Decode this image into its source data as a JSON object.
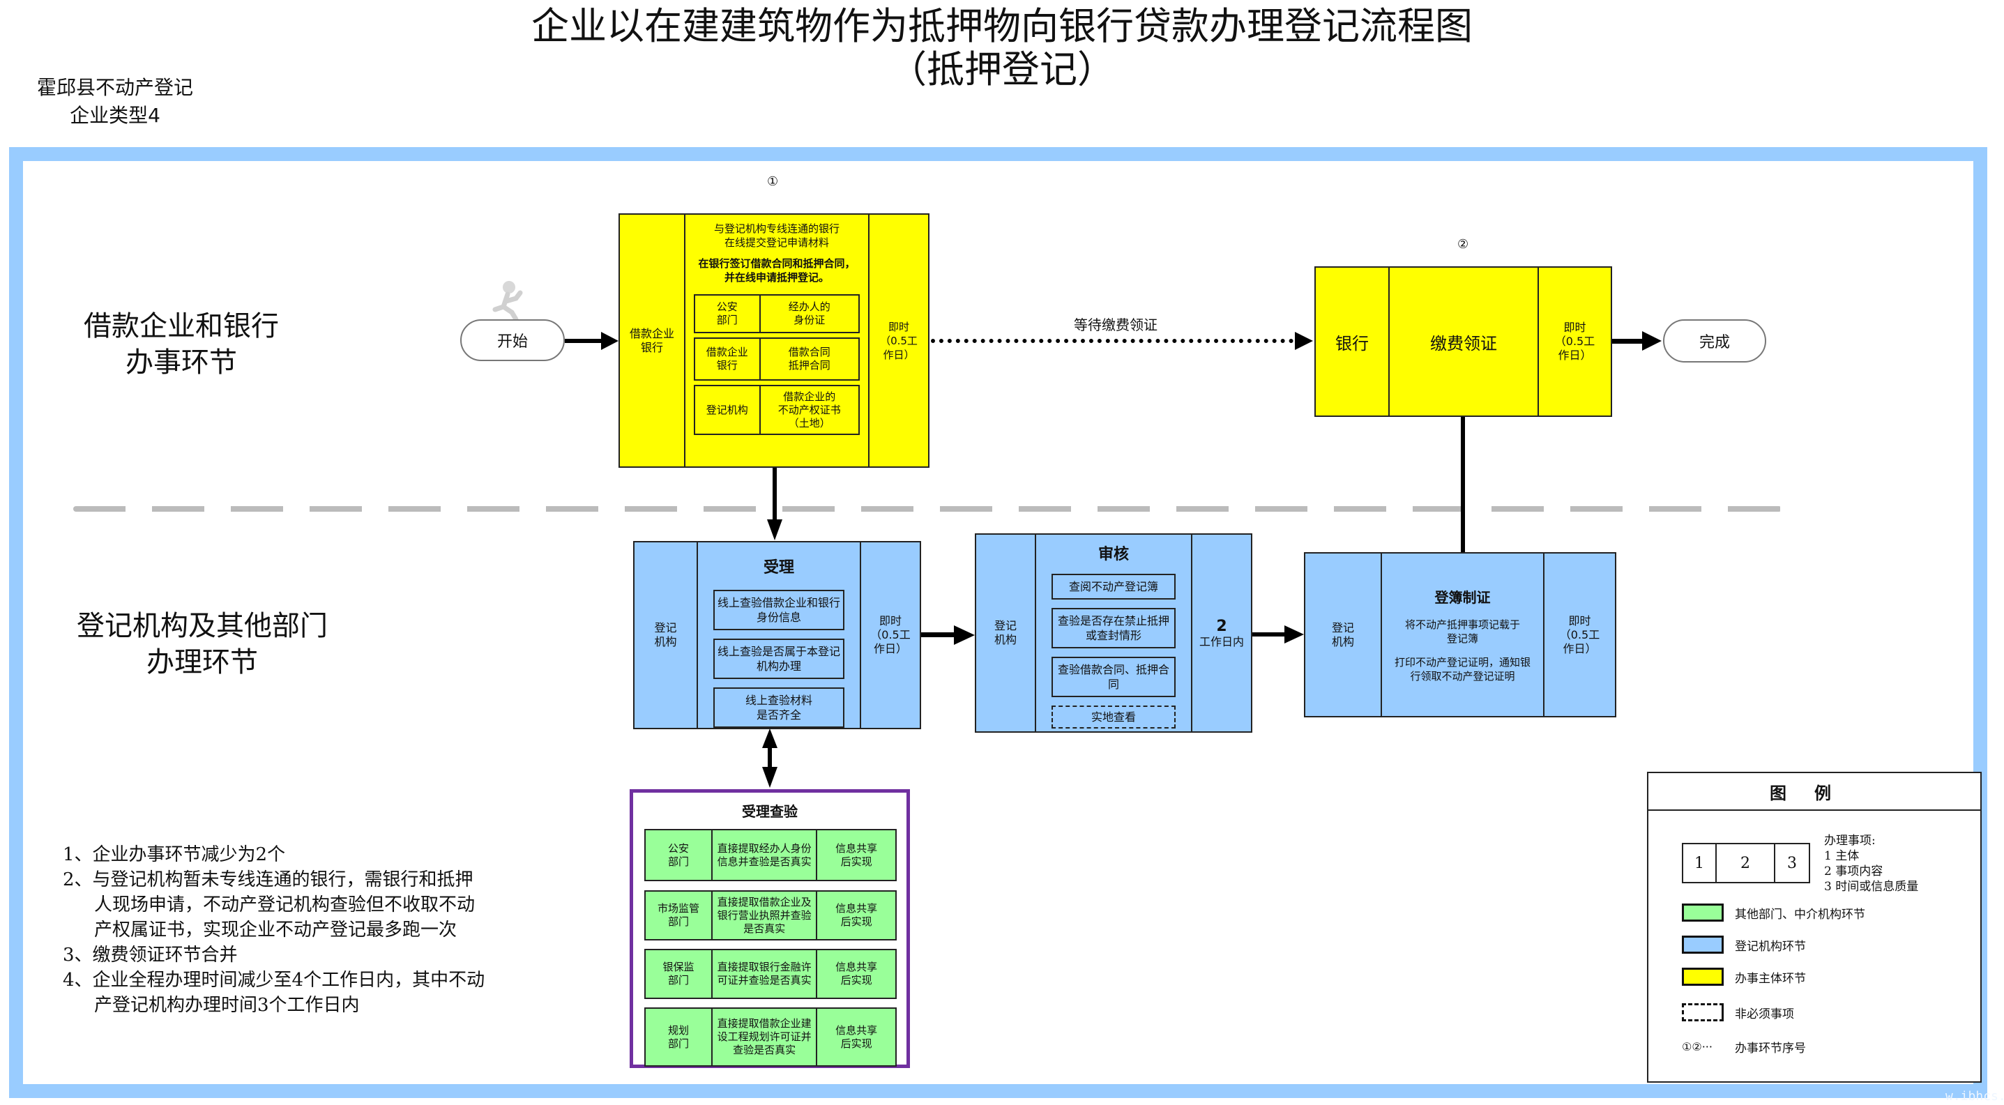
{
  "title": {
    "line1": "企业以在建建筑物作为抵押物向银行贷款办理登记流程图",
    "line2": "（抵押登记）"
  },
  "org": {
    "line1": "霍邱县不动产登记",
    "line2": "企业类型4"
  },
  "lanes": {
    "top": {
      "line1": "借款企业和银行",
      "line2": "办事环节"
    },
    "bottom": {
      "line1": "登记机构及其他部门",
      "line2": "办理环节"
    }
  },
  "start": {
    "label": "开始",
    "icon": "running-person-icon"
  },
  "finish": {
    "label": "完成"
  },
  "step1": {
    "seq": "①",
    "subject": "借款企业\n银行",
    "content_line1": "与登记机构专线连通的银行\n在线提交登记申请材料",
    "content_line2": "在银行签订借款合同和抵押合同，并在线申请抵押登记。",
    "materials": [
      {
        "source": "公安\n部门",
        "item": "经办人的\n身份证"
      },
      {
        "source": "借款企业\n银行",
        "item": "借款合同\n抵押合同"
      },
      {
        "source": "登记机构",
        "item": "借款企业的\n不动产权证书\n（土地）"
      }
    ],
    "time": "即时\n（0.5工\n作日）"
  },
  "connector_wait": {
    "label": "等待缴费领证"
  },
  "step2": {
    "seq": "②",
    "subject": "银行",
    "content": "缴费领证",
    "time": "即时\n（0.5工\n作日）"
  },
  "accept": {
    "subject": "登记\n机构",
    "heading": "受理",
    "items": [
      "线上查验借款企业和银行身份信息",
      "线上查验是否属于本登记机构办理",
      "线上查验材料\n是否齐全"
    ],
    "time": "即时\n（0.5工\n作日）"
  },
  "review": {
    "subject": "登记\n机构",
    "heading": "审核",
    "items": [
      {
        "text": "查阅不动产登记簿",
        "optional": false
      },
      {
        "text": "查验是否存在禁止抵押或查封情形",
        "optional": false
      },
      {
        "text": "查验借款合同、抵押合同",
        "optional": false
      },
      {
        "text": "实地查看",
        "optional": true
      }
    ],
    "time_value": "2",
    "time_unit": "工作日内"
  },
  "register": {
    "subject": "登记\n机构",
    "heading": "登簿制证",
    "line1": "将不动产抵押事项记载于\n登记簿",
    "line2": "打印不动产登记证明，通知银行领取不动产登记证明",
    "time": "即时\n（0.5工\n作日）"
  },
  "verify": {
    "heading": "受理查验",
    "rows": [
      {
        "dept": "公安\n部门",
        "action": "直接提取经办人身份信息并查验是否真实",
        "status": "信息共享\n后实现"
      },
      {
        "dept": "市场监管\n部门",
        "action": "直接提取借款企业及银行营业执照并查验是否真实",
        "status": "信息共享\n后实现"
      },
      {
        "dept": "银保监\n部门",
        "action": "直接提取银行金融许可证并查验是否真实",
        "status": "信息共享\n后实现"
      },
      {
        "dept": "规划\n部门",
        "action": "直接提取借款企业建设工程规划许可证并查验是否真实",
        "status": "信息共享\n后实现"
      }
    ]
  },
  "notes": [
    {
      "text": "1、企业办事环节减少为2个",
      "cont": []
    },
    {
      "text": "2、与登记机构暂未专线连通的银行，需银行和抵押",
      "cont": [
        "人现场申请，不动产登记机构查验但不收取不动",
        "产权属证书，实现企业不动产登记最多跑一次"
      ]
    },
    {
      "text": "3、缴费领证环节合并",
      "cont": []
    },
    {
      "text": "4、企业全程办理时间减少至4个工作日内，其中不动",
      "cont": [
        "产登记机构办理时间3个工作日内"
      ]
    }
  ],
  "legend": {
    "title": "图例",
    "sample_cells": [
      "1",
      "2",
      "3"
    ],
    "sample_desc": [
      "办理事项:",
      "1 主体",
      "2 事项内容",
      "3 时间或信息质量"
    ],
    "entries": [
      {
        "color": "#99ff99",
        "label": "其他部门、中介机构环节"
      },
      {
        "color": "#99ccff",
        "label": "登记机构环节"
      },
      {
        "color": "#ffff00",
        "label": "办事主体环节"
      }
    ],
    "optional_label": "非必须事项",
    "seq_symbol": "①②···",
    "seq_label": "办事环节序号"
  },
  "colors": {
    "frame": "#99ccff",
    "yellow": "#ffff00",
    "blue": "#99ccff",
    "green": "#99ff99",
    "purple": "#7030a0",
    "divider": "#bbbbbb"
  },
  "watermark": "w.ibhcs.co"
}
